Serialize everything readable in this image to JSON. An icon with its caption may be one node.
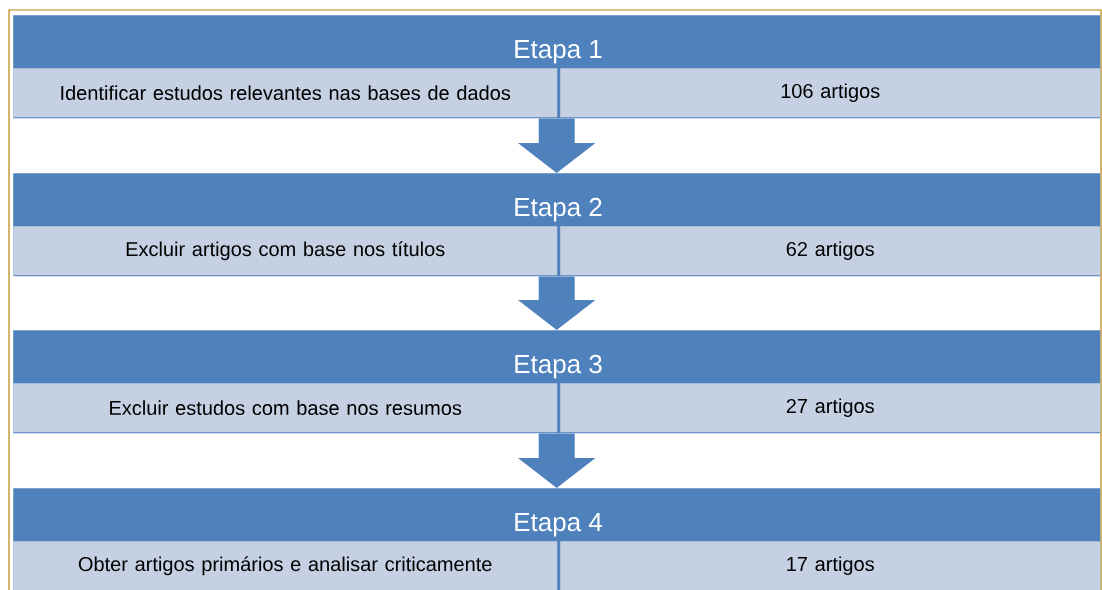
{
  "diagram": {
    "nodes": [
      {
        "text": [
          "Etapa 1",
          "Identificar estudos relevantes nas bases de dados",
          "106 artigos"
        ]
      },
      {
        "text": [
          "Etapa 2",
          "Excluir artigos com base nos títulos",
          "62 artigos"
        ]
      },
      {
        "text": [
          "Etapa 3",
          "Excluir estudos com base nos resumos",
          "27 artigos"
        ]
      },
      {
        "text": [
          "Etapa 4",
          "Obter artigos primários e analisar criticamente",
          "17 artigos"
        ]
      }
    ],
    "edges": [
      {
        "from": 0,
        "to": 1,
        "arrow": "to"
      },
      {
        "from": 1,
        "to": 2,
        "arrow": "to"
      },
      {
        "from": 2,
        "to": 3,
        "arrow": "to"
      }
    ]
  }
}
